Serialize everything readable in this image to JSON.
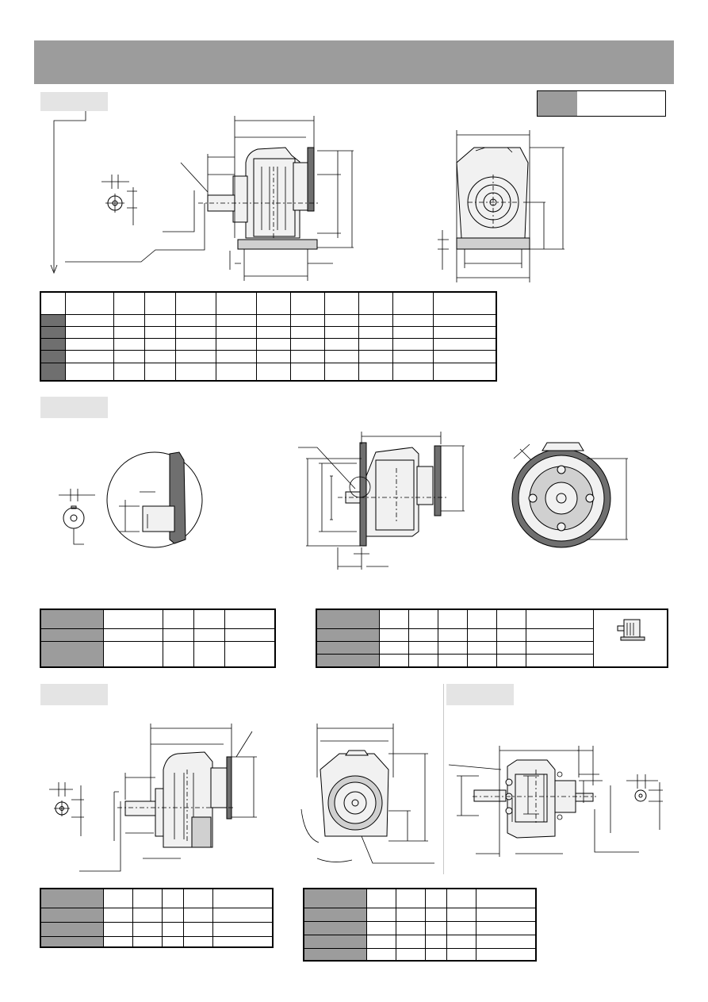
{
  "page": {
    "header_title": "",
    "badge_text": ""
  },
  "sections": {
    "a_label": "",
    "b_label": "",
    "c_label": "",
    "d_label": ""
  },
  "tables": {
    "table1": {
      "rows": 5,
      "cols": 13
    },
    "table2": {
      "rows": 3
    },
    "table3": {
      "rows": 3
    },
    "table4": {
      "rows": 3
    },
    "table5": {
      "rows": 4
    }
  },
  "colors": {
    "header_gray": "#9c9c9c",
    "light_gray": "#e4e4e4",
    "dark_gray": "#6f6f6f",
    "body_fill": "#f1f1f1"
  }
}
